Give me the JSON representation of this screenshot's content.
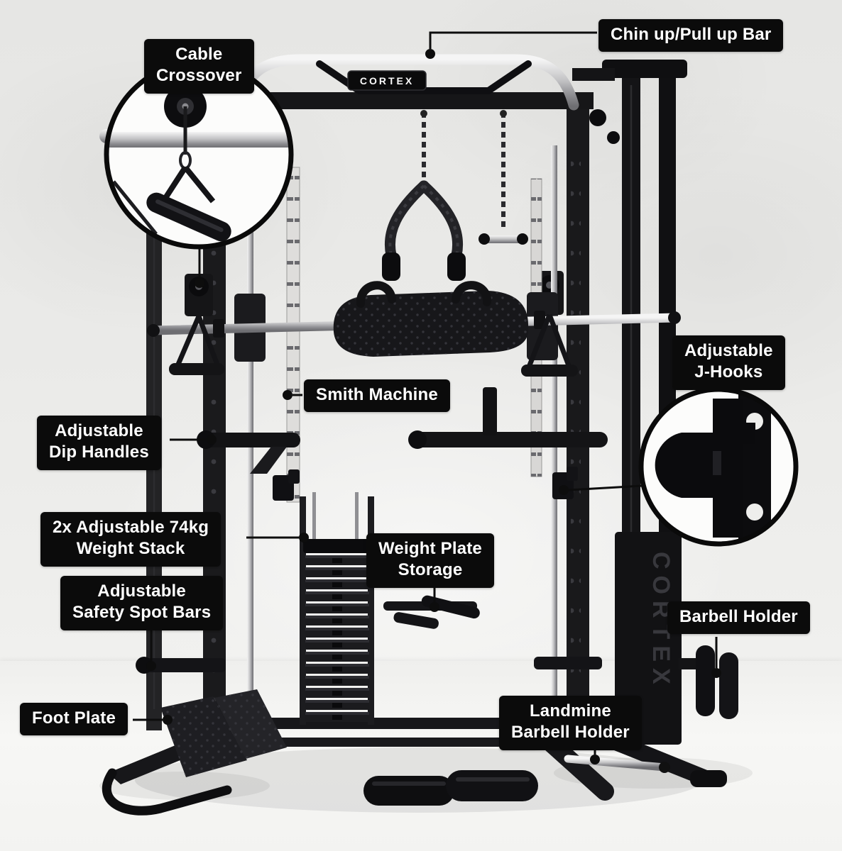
{
  "brand": "CORTEX",
  "colors": {
    "label_bg": "#0b0b0b",
    "label_text": "#ffffff",
    "frame": "#1a1a1c",
    "chrome": "#c2c2c4",
    "background_wall": "#eaeae8",
    "background_floor": "#f5f5f3"
  },
  "labels": {
    "chin_up": "Chin up/Pull up Bar",
    "cable_crossover": "Cable\nCrossover",
    "smith_machine": "Smith Machine",
    "dip_handles": "Adjustable\nDip Handles",
    "j_hooks": "Adjustable\nJ-Hooks",
    "weight_stack": "2x Adjustable 74kg\nWeight Stack",
    "plate_storage": "Weight Plate\nStorage",
    "safety_bars": "Adjustable\nSafety Spot Bars",
    "barbell_holder": "Barbell Holder",
    "foot_plate": "Foot Plate",
    "landmine": "Landmine\nBarbell Holder"
  }
}
